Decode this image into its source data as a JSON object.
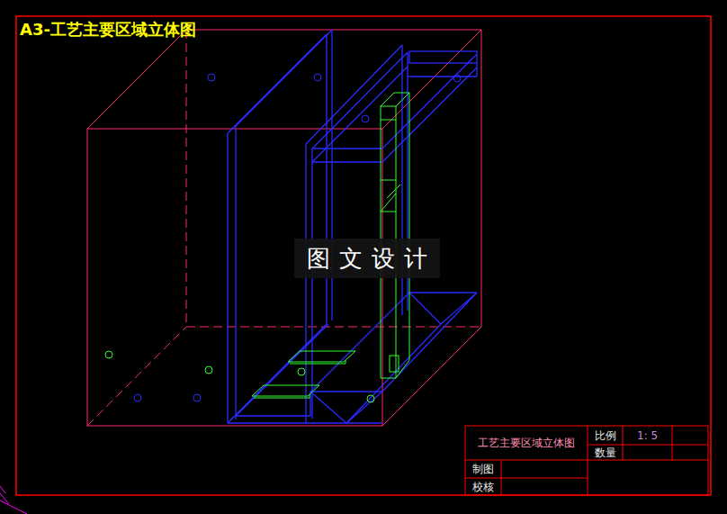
{
  "diagram": {
    "title": "A3-工艺主要区域立体图",
    "labels": [
      "图文设计",
      "工艺主要区域立体图",
      "比例",
      "1: 5",
      "数量",
      "制图",
      "校核"
    ]
  }
}
